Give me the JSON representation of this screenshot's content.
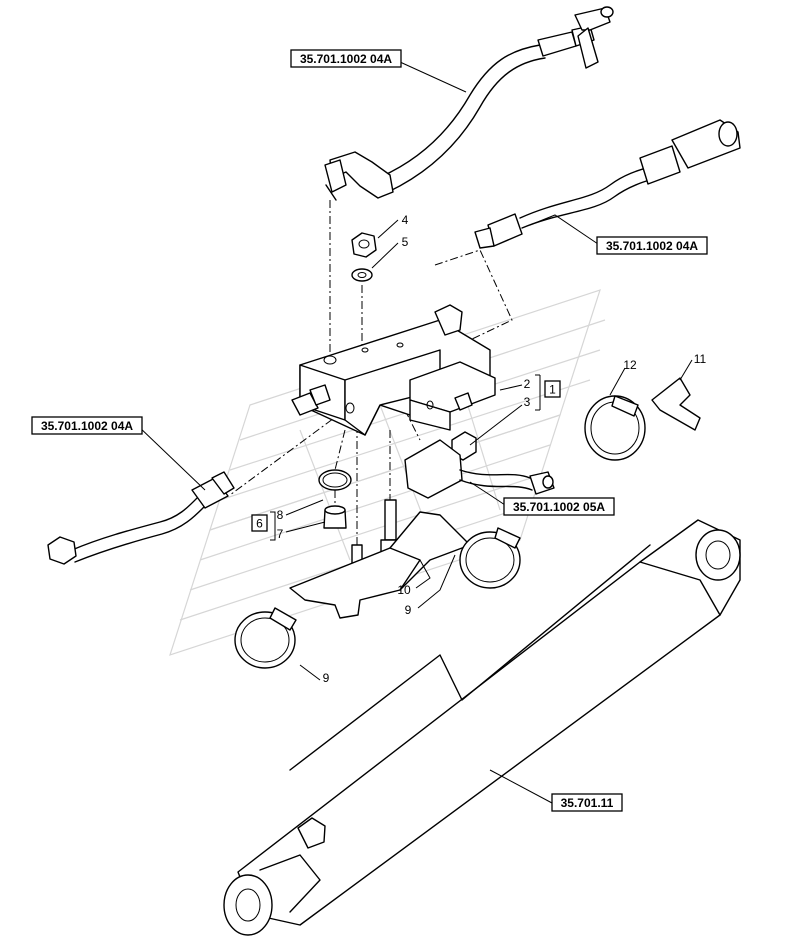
{
  "references": [
    {
      "id": "ref-hose-top",
      "text": "35.701.1002 04A"
    },
    {
      "id": "ref-hose-right",
      "text": "35.701.1002 04A"
    },
    {
      "id": "ref-hose-left",
      "text": "35.701.1002 04A"
    },
    {
      "id": "ref-harness",
      "text": "35.701.1002 05A"
    },
    {
      "id": "ref-cylinder",
      "text": "35.701.11"
    }
  ],
  "callouts": {
    "n1": "1",
    "n2": "2",
    "n3": "3",
    "n4": "4",
    "n5": "5",
    "n6": "6",
    "n7": "7",
    "n8": "8",
    "n9a": "9",
    "n9b": "9",
    "n10": "10",
    "n11": "11",
    "n12": "12"
  }
}
